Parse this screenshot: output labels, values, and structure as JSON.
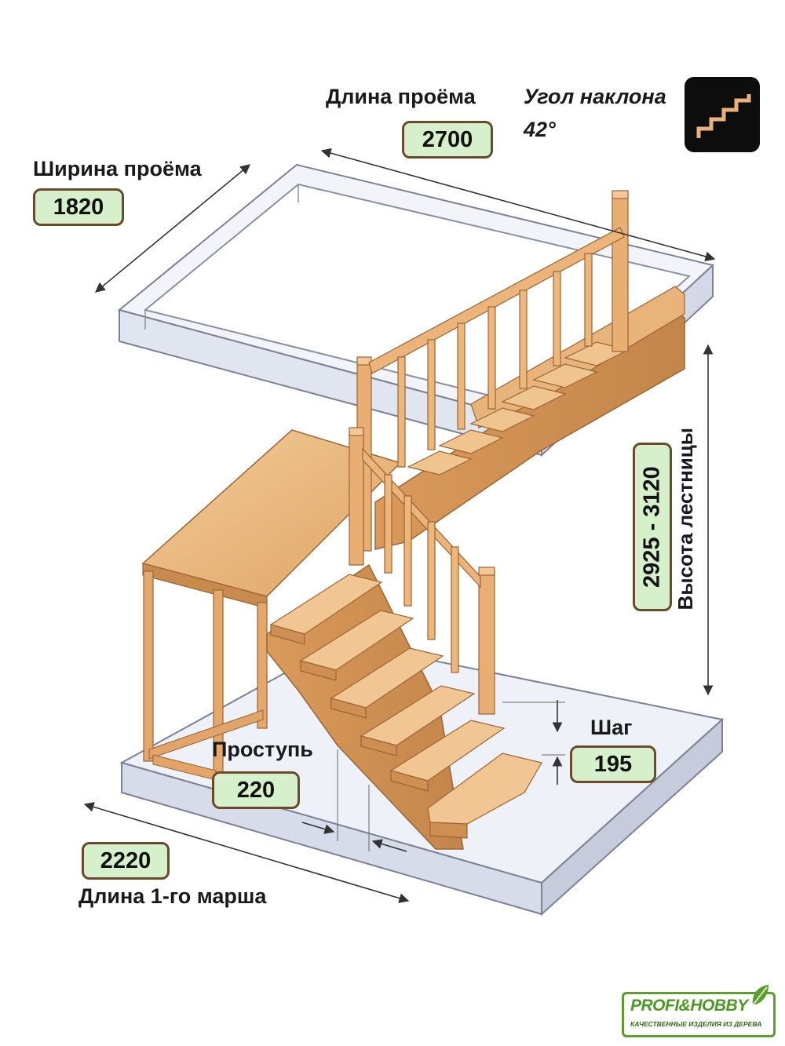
{
  "labels": {
    "opening_length": "Длина проёма",
    "opening_width": "Ширина проёма",
    "angle_title": "Угол наклона",
    "angle_value": "42°",
    "height_title": "Высота лестницы",
    "tread_title": "Проступь",
    "step_title": "Шаг",
    "march_length_title": "Длина 1-го марша"
  },
  "values": {
    "opening_length": "2700",
    "opening_width": "1820",
    "height": "2925 - 3120",
    "tread": "220",
    "step": "195",
    "march_length": "2220"
  },
  "logo": {
    "name": "PROFI&HOBBY",
    "tagline": "КАЧЕСТВЕННЫЕ ИЗДЕЛИЯ ИЗ ДЕРЕВА"
  },
  "colors": {
    "wood": "#e8b27a",
    "wood_dark": "#b97b45",
    "wood_light": "#f2c996",
    "glass": "#dfe4f0",
    "glass_edge": "#8a8fa3",
    "value_bg": "#d6f0cc",
    "value_border": "#6b4a2b",
    "logo_green": "#4a9a22"
  },
  "icons": [
    "stairs-angle-icon",
    "leaf-icon"
  ]
}
